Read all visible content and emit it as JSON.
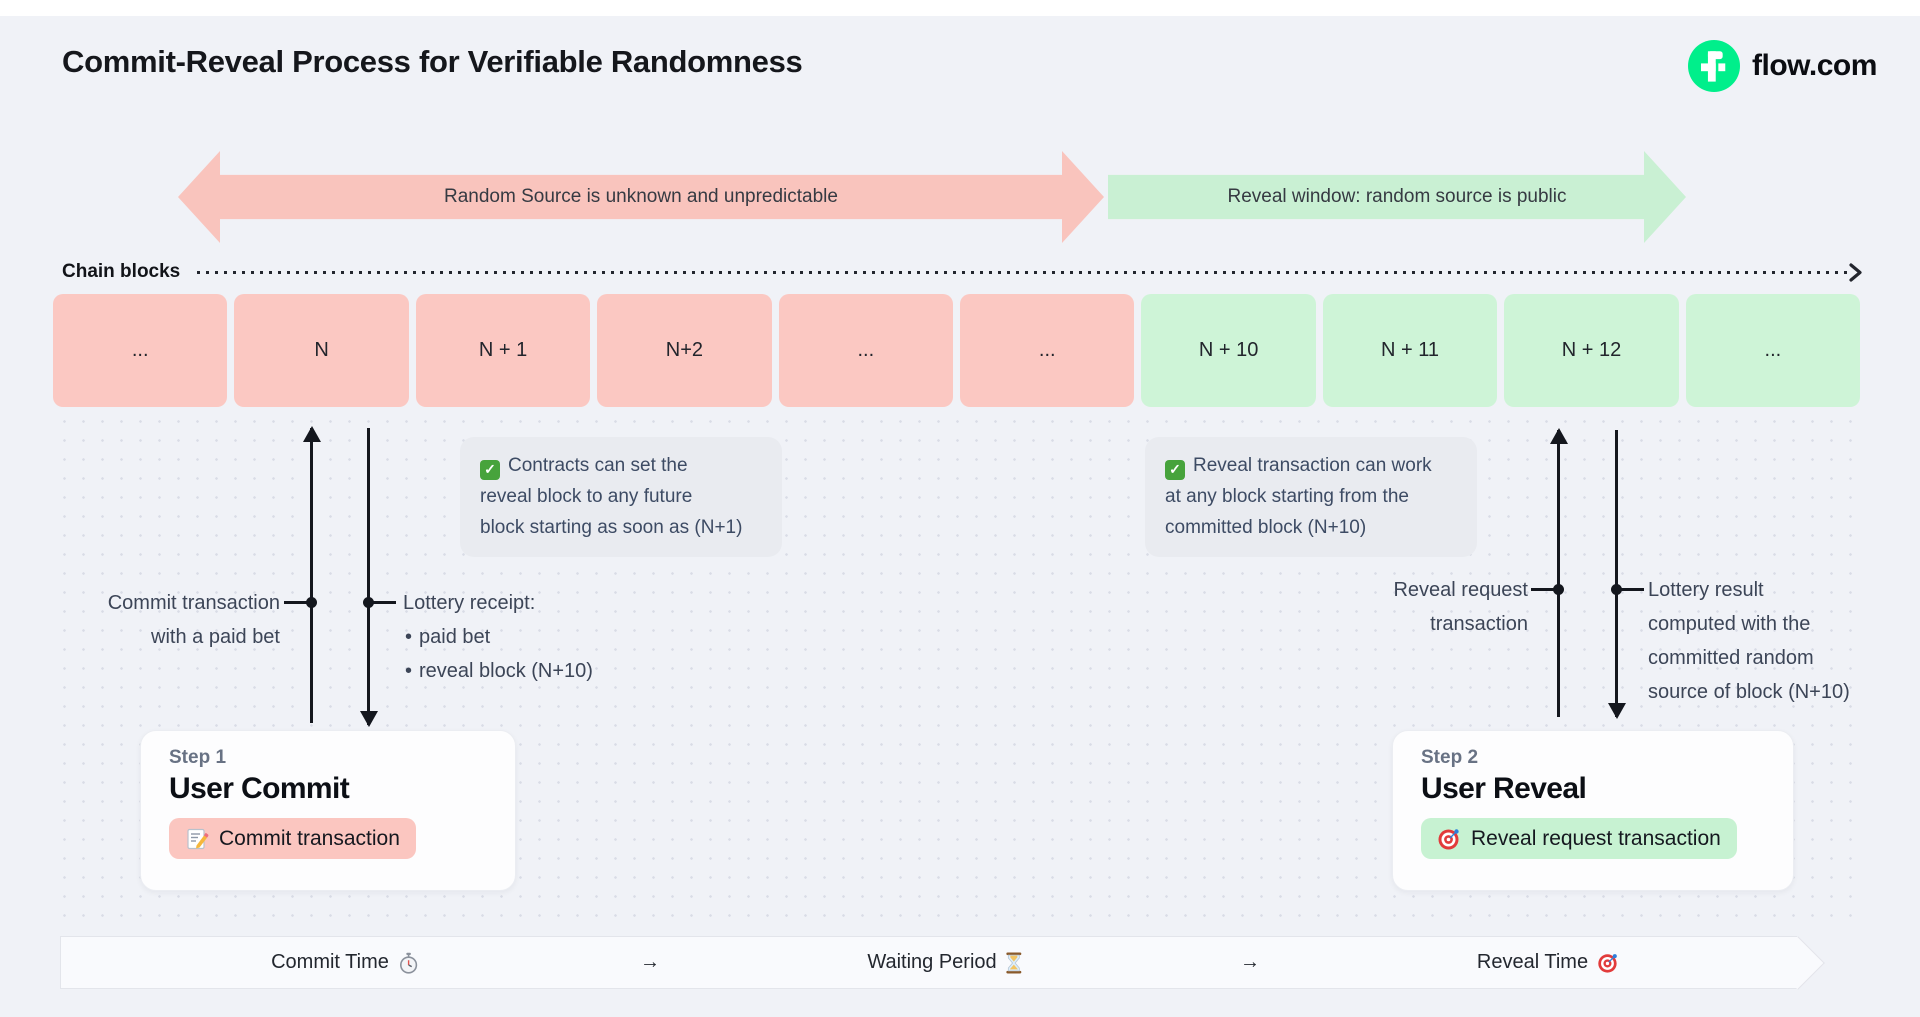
{
  "header": {
    "title": "Commit-Reveal Process for Verifiable Randomness",
    "brand": "flow.com"
  },
  "phases": {
    "hidden_label": "Random Source is unknown and unpredictable",
    "public_label": "Reveal window: random source is public"
  },
  "chain": {
    "label": "Chain blocks",
    "blocks": [
      "...",
      "N",
      "N + 1",
      "N+2",
      "...",
      "...",
      "N + 10",
      "N + 11",
      "N + 12",
      "..."
    ]
  },
  "notes": {
    "commit": {
      "icon": "check-icon",
      "lines": [
        "Contracts can set the",
        "reveal block to any future",
        "block starting as soon as (N+1)"
      ]
    },
    "reveal": {
      "icon": "check-icon",
      "lines": [
        "Reveal transaction can work",
        "at any block starting from the",
        "committed block (N+10)"
      ]
    }
  },
  "commit_flow": {
    "up_label_lines": [
      "Commit transaction",
      "with a paid bet"
    ],
    "down_label_title": "Lottery receipt:",
    "down_label_bullets": [
      "paid bet",
      "reveal block (N+10)"
    ]
  },
  "reveal_flow": {
    "up_label_lines": [
      "Reveal request",
      "transaction"
    ],
    "down_label_lines": [
      "Lottery result",
      "computed with the",
      "committed random",
      "source of block (N+10)"
    ]
  },
  "steps": [
    {
      "step": "Step 1",
      "title": "User Commit",
      "action": "Commit transaction",
      "icon": "memo-icon"
    },
    {
      "step": "Step 2",
      "title": "User Reveal",
      "action": "Reveal request transaction",
      "icon": "target-icon"
    }
  ],
  "timeline": {
    "items": [
      {
        "label": "Commit Time",
        "icon": "stopwatch-icon"
      },
      {
        "label": "→",
        "icon": ""
      },
      {
        "label": "Waiting Period",
        "icon": "hourglass-icon"
      },
      {
        "label": "→",
        "icon": ""
      },
      {
        "label": "Reveal Time",
        "icon": "target-icon"
      }
    ]
  },
  "colors": {
    "brand_green": "#00ef8b",
    "phase_hidden": "#f9c4bd",
    "phase_public": "#c9f0d3",
    "block_hidden": "#fbc8c2",
    "block_public": "#cef4d7"
  }
}
